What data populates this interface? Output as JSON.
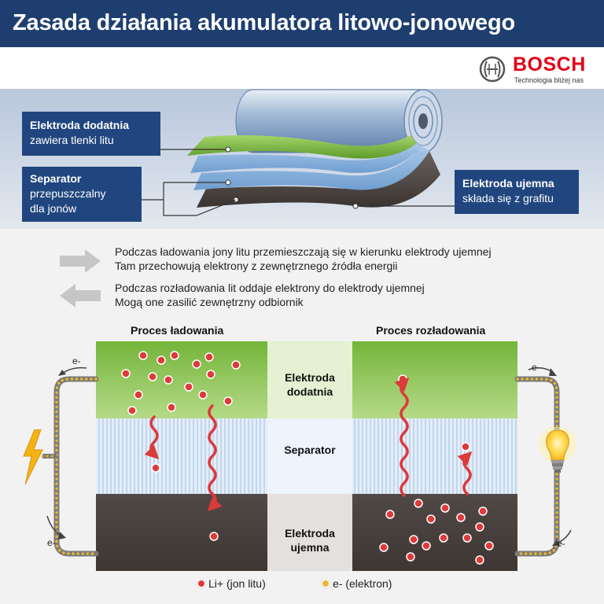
{
  "header": {
    "title": "Zasada działania akumulatora litowo-jonowego"
  },
  "brand": {
    "name": "BOSCH",
    "tagline": "Technologia bliżej nas",
    "icon": "bosch-armature-icon",
    "color": "#e30016"
  },
  "labels": {
    "positive": {
      "title": "Elektroda dodatnia",
      "desc": "zawiera tlenki litu"
    },
    "separator": {
      "title": "Separator",
      "desc_line1": "przepuszczalny",
      "desc_line2": "dla jonów"
    },
    "negative": {
      "title": "Elektroda ujemna",
      "desc": "składa się z grafitu"
    }
  },
  "info": {
    "charging_line1": "Podczas ładowania jony litu przemieszczają się w kierunku elektrody ujemnej",
    "charging_line2": "Tam przechowują elektrony z zewnętrznego źródła energii",
    "discharging_line1": "Podczas rozładowania lit oddaje elektrony do elektrody ujemnej",
    "discharging_line2": "Mogą one zasilić zewnętrzny odbiornik"
  },
  "columns": {
    "charging": "Proces ładowania",
    "discharging": "Proces rozładowania"
  },
  "middle": {
    "positive_line1": "Elektroda",
    "positive_line2": "dodatnia",
    "separator": "Separator",
    "negative_line1": "Elektroda",
    "negative_line2": "ujemna"
  },
  "electron_label": "e-",
  "legend": {
    "ion": "Li+ (jon litu)",
    "electron": "e- (elektron)"
  },
  "colors": {
    "header_bg": "#1e3e70",
    "label_box": "#21467f",
    "electrode_positive": "#7cba3d",
    "electrode_negative": "#4a4340",
    "separator": "#c9dcf0",
    "ion": "#dd3a3a",
    "electron": "#e8b830"
  },
  "icons": {
    "arrow_right": "arrow-right-icon",
    "arrow_left": "arrow-left-icon",
    "power_source": "lightning-bolt-icon",
    "consumer": "light-bulb-icon"
  }
}
